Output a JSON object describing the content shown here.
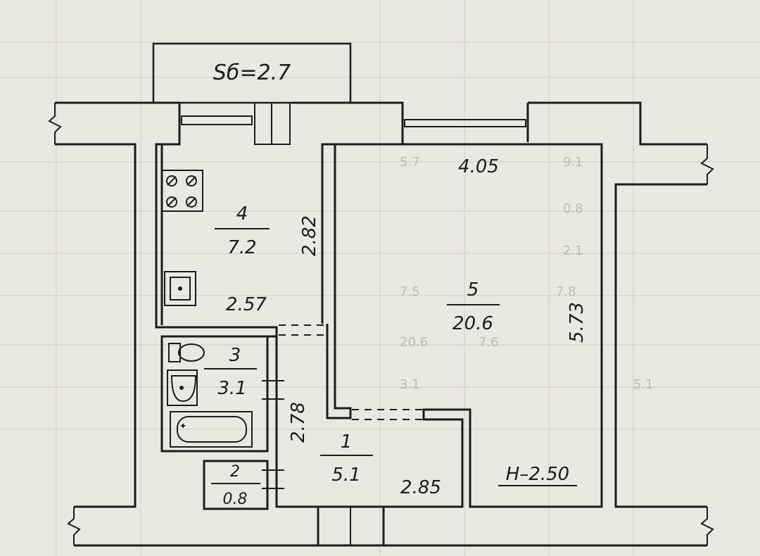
{
  "balcony": {
    "area_label": "Sб=2.7"
  },
  "rooms": [
    {
      "id": "4",
      "number": "4",
      "area": "7.2"
    },
    {
      "id": "5",
      "number": "5",
      "area": "20.6"
    },
    {
      "id": "3",
      "number": "3",
      "area": "3.1"
    },
    {
      "id": "2",
      "number": "2",
      "area": "0.8"
    },
    {
      "id": "1",
      "number": "1",
      "area": "5.1"
    }
  ],
  "dimensions": {
    "room5_width": "4.05",
    "room5_length": "5.73",
    "kitchen_length": "2.82",
    "kitchen_width": "2.57",
    "bathroom_length": "2.78",
    "hall_width": "2.85"
  },
  "ceiling_height": "Н–2.50",
  "background_table": [
    "5.7",
    "9.1",
    "0.8",
    "2.1",
    "7.5",
    "7.8",
    "20.6",
    "7.6",
    "3.1",
    "5.1"
  ],
  "colors": {
    "paper": "#e9e8e1",
    "ink": "#1c1c1c",
    "background_ink": "#9a9a92"
  }
}
